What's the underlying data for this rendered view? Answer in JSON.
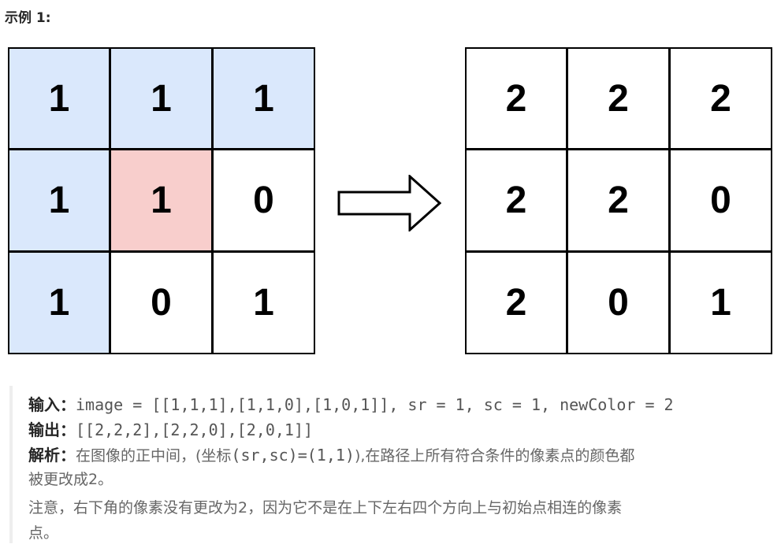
{
  "example": {
    "title": "示例 1:"
  },
  "grids": {
    "left": {
      "values": [
        "1",
        "1",
        "1",
        "1",
        "1",
        "0",
        "1",
        "0",
        "1"
      ],
      "fills": [
        "#dae8fc",
        "#dae8fc",
        "#dae8fc",
        "#dae8fc",
        "#f8cecc",
        "#ffffff",
        "#dae8fc",
        "#ffffff",
        "#ffffff"
      ]
    },
    "right": {
      "values": [
        "2",
        "2",
        "2",
        "2",
        "2",
        "0",
        "2",
        "0",
        "1"
      ],
      "fills": [
        "#ffffff",
        "#ffffff",
        "#ffffff",
        "#ffffff",
        "#ffffff",
        "#ffffff",
        "#ffffff",
        "#ffffff",
        "#ffffff"
      ]
    }
  },
  "arrow": {
    "icon": "right-arrow-icon"
  },
  "explanation": {
    "input_label": "输入：",
    "input_value": "image = [[1,1,1],[1,1,0],[1,0,1]], sr = 1, sc = 1, newColor = 2",
    "output_label": "输出：",
    "output_value": "[[2,2,2],[2,2,0],[2,0,1]]",
    "analysis_label": "解析：",
    "analysis_line1_a": "在图像的正中间，(坐标",
    "analysis_line1_b": "(sr,sc)=(1,1)",
    "analysis_line1_c": "),在路径上所有符合条件的像素点的颜色都",
    "analysis_line2": "被更改成2。",
    "note_line1": "注意，右下角的像素没有更改为2，因为它不是在上下左右四个方向上与初始点相连的像素",
    "note_line2": "点。"
  }
}
